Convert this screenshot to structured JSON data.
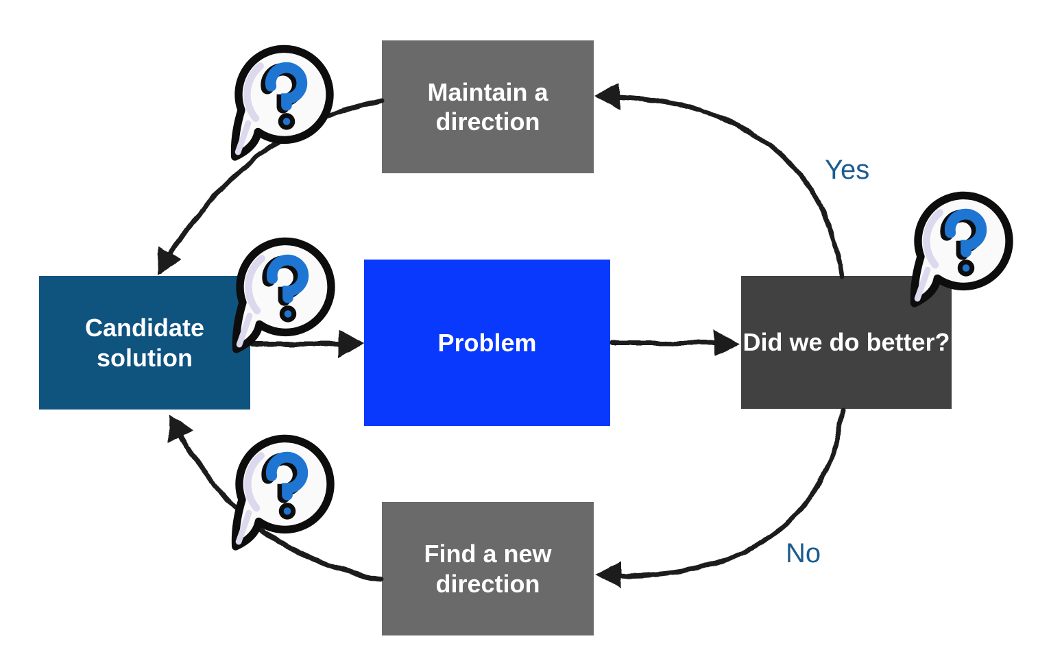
{
  "diagram": {
    "background": "#FFFFFF",
    "arrow_color": "#1A1A1A",
    "edge_label_color": "#1C5C90",
    "nodes": [
      {
        "id": "maintain_a_direction",
        "label": "Maintain a\ndirection",
        "color": "#6A6A6A",
        "text_color": "#FFFFFF"
      },
      {
        "id": "candidate_solution",
        "label": "Candidate\nsolution",
        "color": "#0F537F",
        "text_color": "#FFFFFF"
      },
      {
        "id": "problem",
        "label": "Problem",
        "color": "#0939FC",
        "text_color": "#FFFFFF"
      },
      {
        "id": "did_we_do_better",
        "label": "Did we do better?",
        "color": "#414141",
        "text_color": "#FFFFFF"
      },
      {
        "id": "find_a_new_direction",
        "label": "Find a new\ndirection",
        "color": "#6A6A6A",
        "text_color": "#FFFFFF"
      }
    ],
    "edges": [
      {
        "from": "did_we_do_better",
        "to": "maintain_a_direction",
        "label": "Yes"
      },
      {
        "from": "did_we_do_better",
        "to": "find_a_new_direction",
        "label": "No"
      },
      {
        "from": "maintain_a_direction",
        "to": "candidate_solution",
        "label": ""
      },
      {
        "from": "candidate_solution",
        "to": "problem",
        "label": ""
      },
      {
        "from": "problem",
        "to": "did_we_do_better",
        "label": ""
      },
      {
        "from": "find_a_new_direction",
        "to": "candidate_solution",
        "label": ""
      }
    ],
    "icons": {
      "question_bubble": {
        "name": "question-bubble-icon",
        "bubble_fill": "#FAFAFB",
        "outline": "#0D0D0D",
        "shadow": "#DCD9EE",
        "question_mark": "#1E76D2"
      }
    }
  }
}
